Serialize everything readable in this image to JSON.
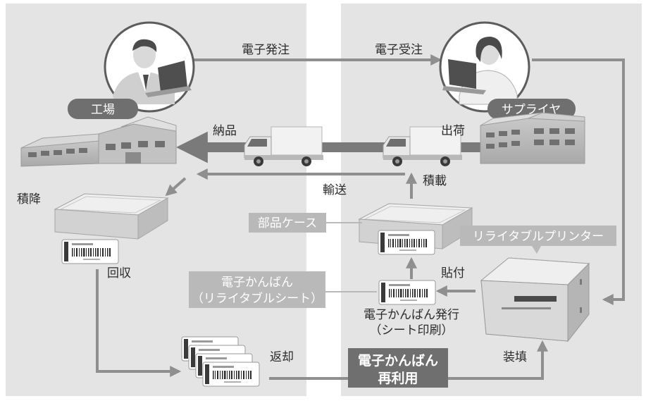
{
  "labels": {
    "order": "電子発注",
    "receive_order": "電子受注",
    "factory": "工場",
    "supplier": "サプライヤ",
    "delivery": "納品",
    "shipment": "出荷",
    "unloading": "積降",
    "transport": "輸送",
    "loading": "積載",
    "parts_case": "部品ケース",
    "rewritable_printer": "リライタブルプリンター",
    "ekanban_line1": "電子かんばん",
    "ekanban_line2": "（リライタブルシート）",
    "attach": "貼付",
    "collect": "回収",
    "issue_line1": "電子かんばん発行",
    "issue_line2": "（シート印刷）",
    "return": "返却",
    "reuse_line1": "電子かんばん",
    "reuse_line2": "再利用",
    "load_sheet": "装填"
  },
  "colors": {
    "panel": "#e4e4e4",
    "divider": "#fbfbfb",
    "arrow": "#8f8f8f",
    "big_arrow": "#7a7a7a",
    "pill_dark": "#6f6f6f",
    "pill_light": "#b9b9b9"
  },
  "icons": [
    "man-at-laptop-icon",
    "woman-at-laptop-icon",
    "factory-building-icon",
    "supplier-building-icon",
    "delivery-truck-icon",
    "parts-case-icon",
    "barcode-sheet-icon",
    "rewritable-printer-icon"
  ]
}
